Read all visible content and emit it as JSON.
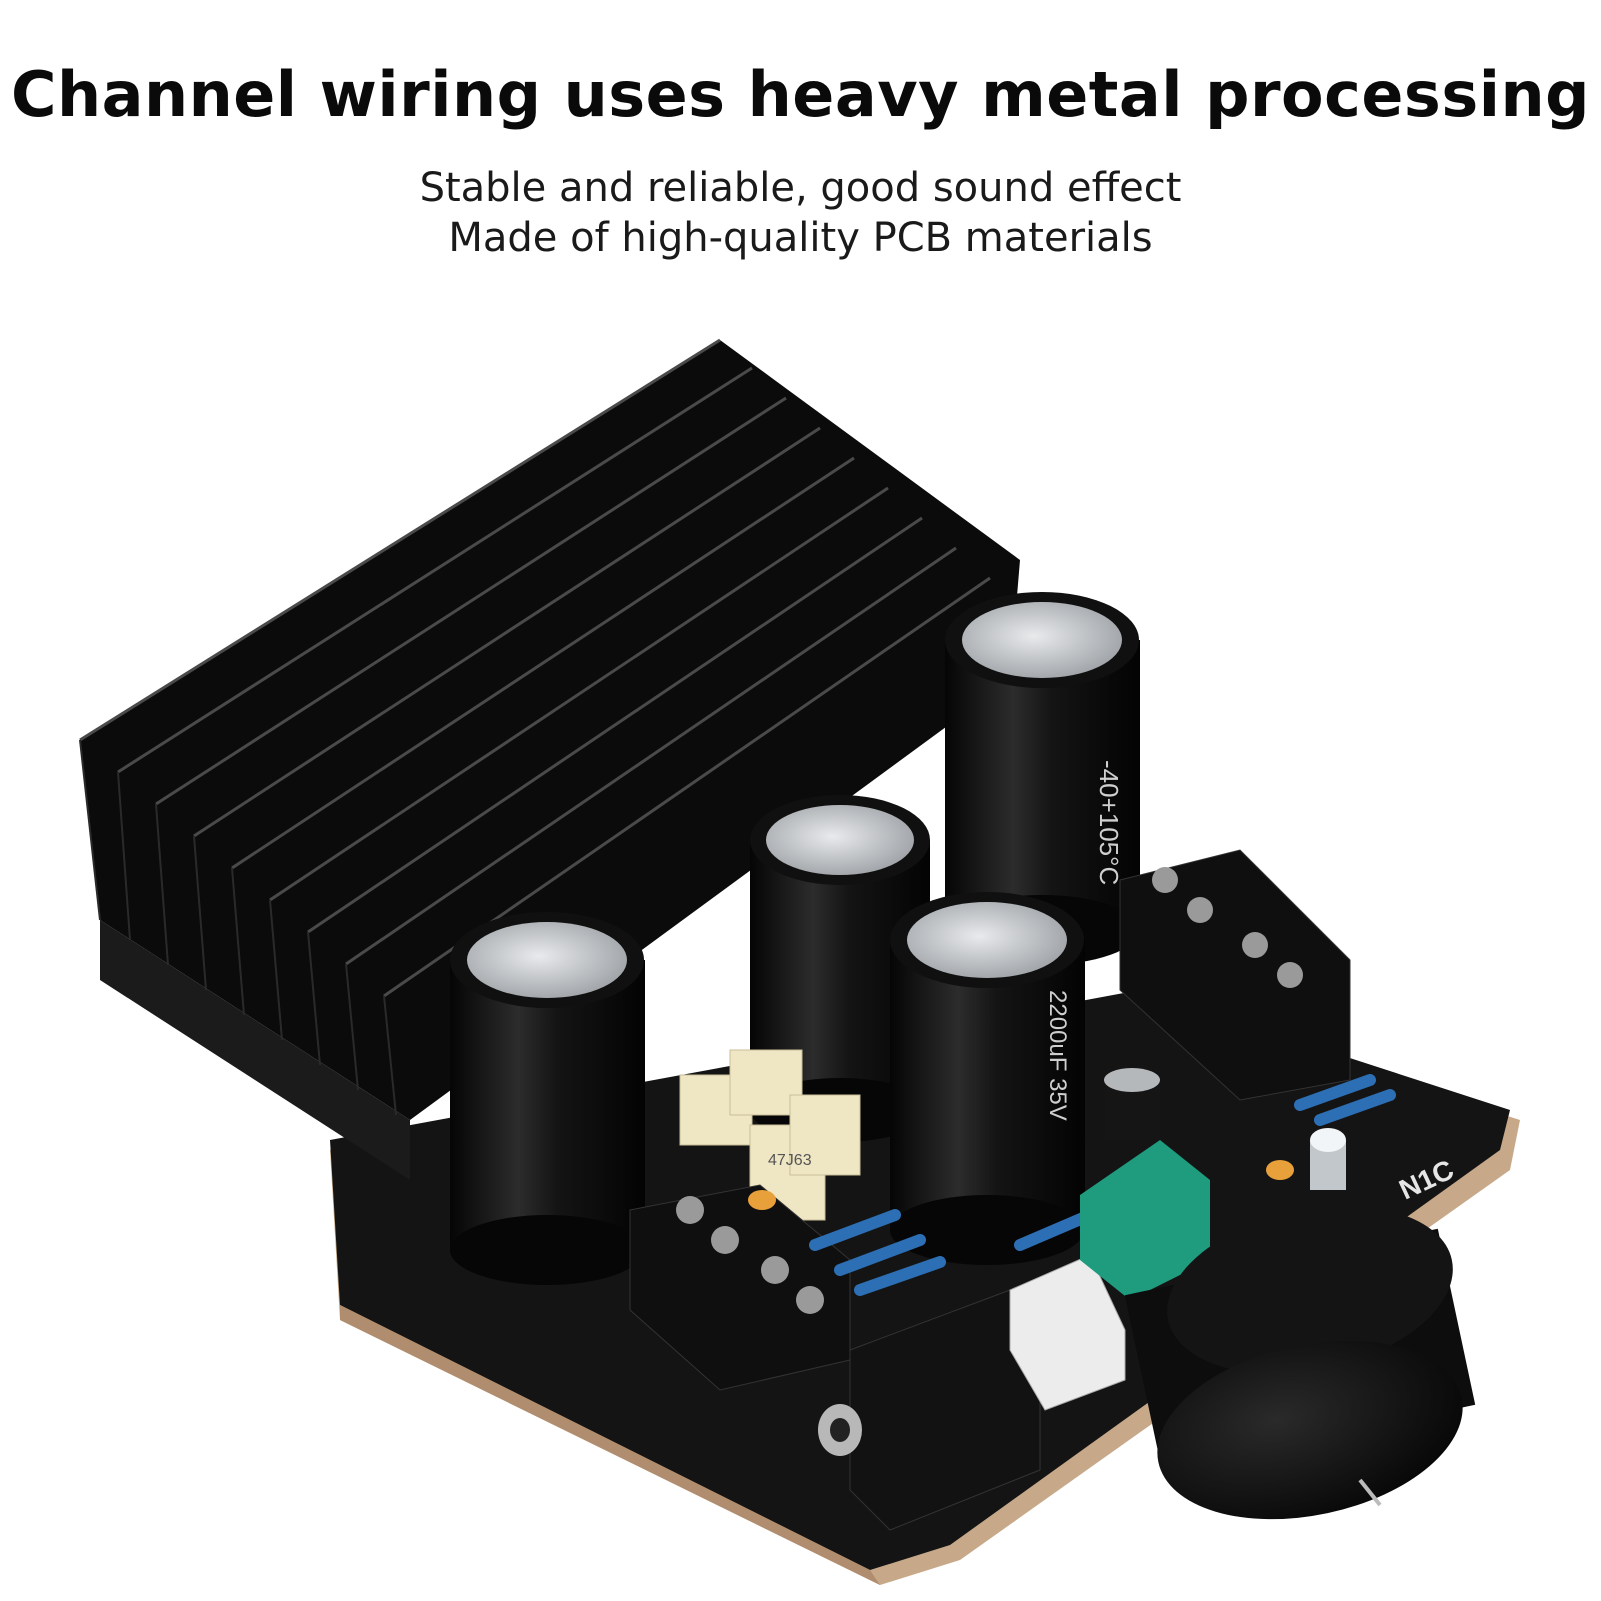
{
  "header": {
    "title": "Channel wiring uses heavy metal processing",
    "lines": [
      "Stable and reliable, good sound effect",
      "Made of high-quality PCB materials"
    ]
  },
  "product": {
    "board_label": "N1C",
    "capacitor_labels": [
      "2200uF 35V",
      "-40+105°C"
    ],
    "film_cap_label": "47J63"
  },
  "colors": {
    "pcb": "#141414",
    "heatsink": "#0b0b0b",
    "capacitor_cap": "#c9cccf",
    "film_cap": "#efe6c4",
    "pot_base": "#1f9b7e",
    "knob": "#121212"
  }
}
